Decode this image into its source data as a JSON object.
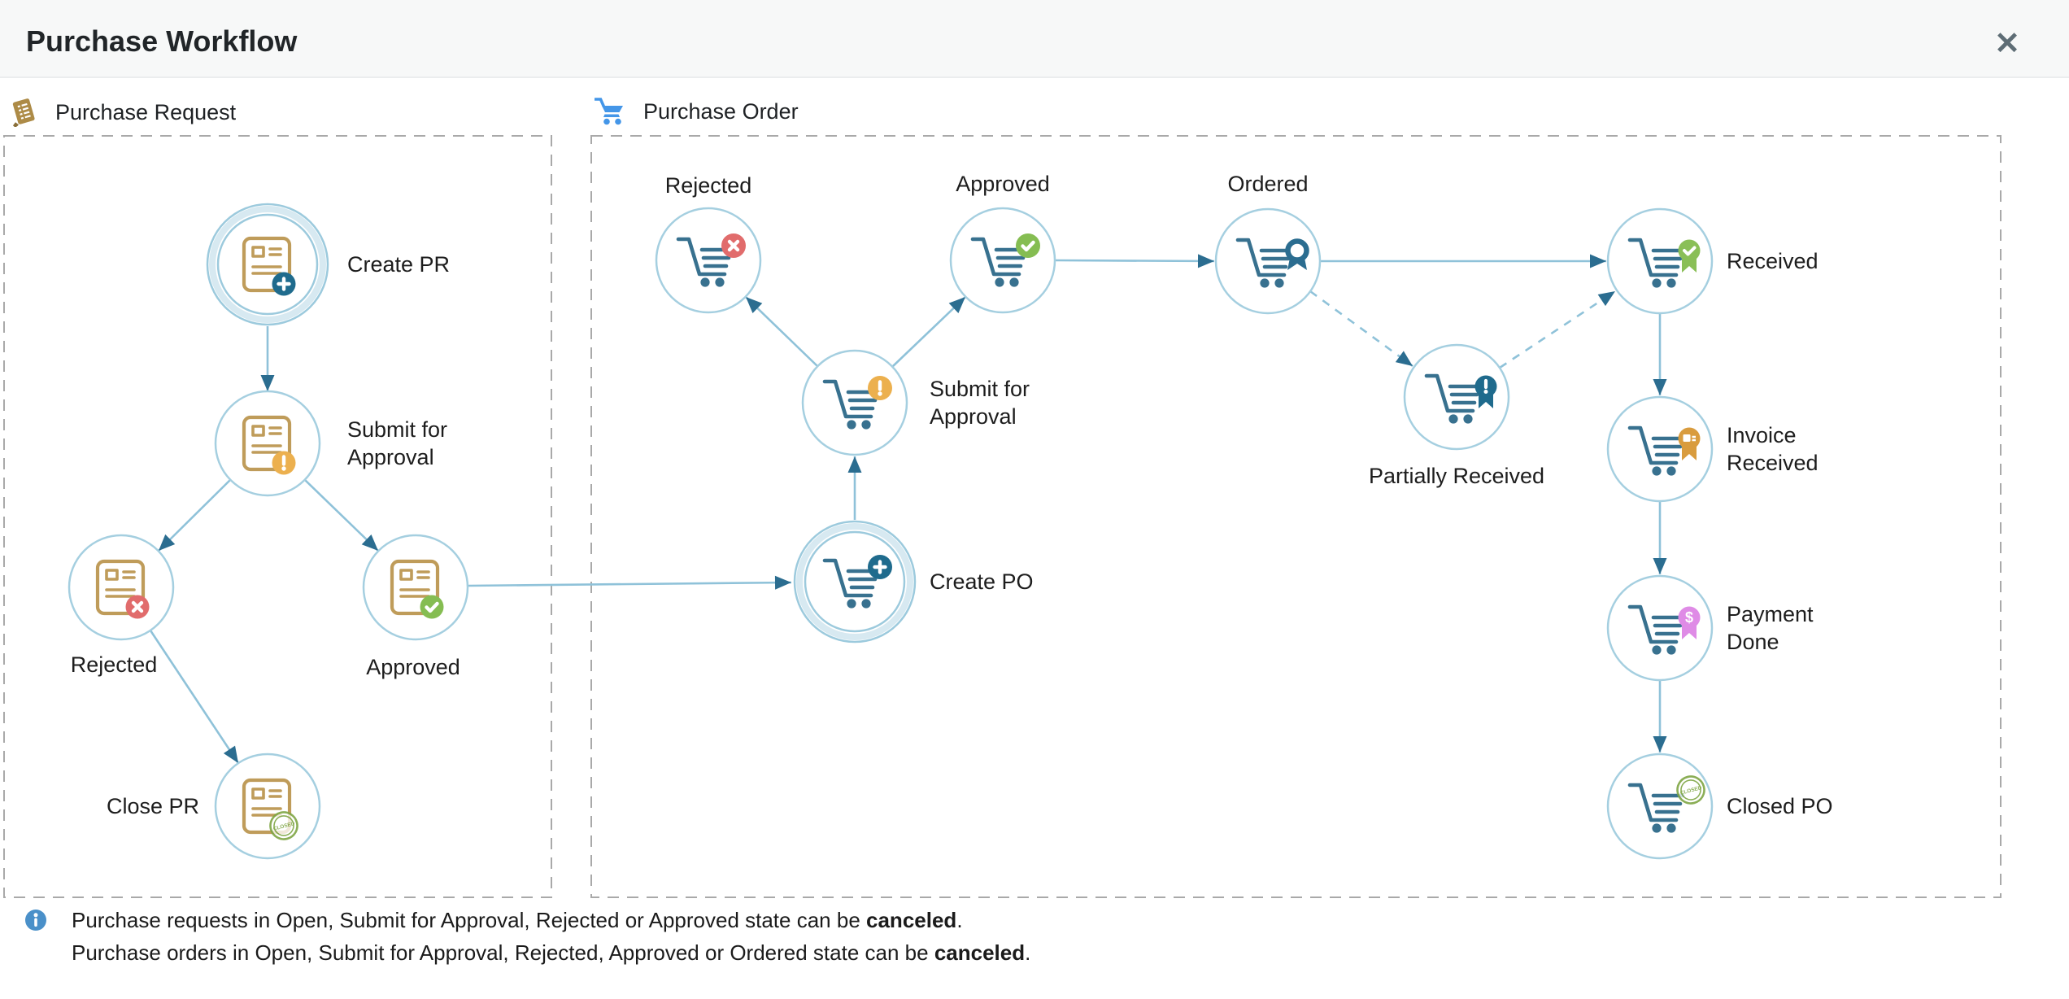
{
  "window": {
    "title": "Purchase Workflow",
    "close_glyph": "✕"
  },
  "sections": {
    "purchase_request": {
      "title": "Purchase Request"
    },
    "purchase_order": {
      "title": "Purchase Order"
    }
  },
  "nodes": {
    "pr_create": {
      "label": "Create PR"
    },
    "pr_submit": {
      "label": "Submit for Approval"
    },
    "pr_rejected": {
      "label": "Rejected"
    },
    "pr_approved": {
      "label": "Approved"
    },
    "pr_close": {
      "label": "Close PR"
    },
    "po_rejected": {
      "label": "Rejected"
    },
    "po_approved": {
      "label": "Approved"
    },
    "po_ordered": {
      "label": "Ordered"
    },
    "po_submit": {
      "label": "Submit for Approval"
    },
    "po_create": {
      "label": "Create PO"
    },
    "po_partially_received": {
      "label": "Partially Received"
    },
    "po_received": {
      "label": "Received"
    },
    "po_invoice_received": {
      "label": "Invoice Received"
    },
    "po_payment_done": {
      "label": "Payment Done"
    },
    "po_closed": {
      "label": "Closed PO"
    }
  },
  "stamp": {
    "text": "CLOSED"
  },
  "footer": {
    "notes": [
      {
        "text": "Purchase requests in Open, Submit for Approval, Rejected or Approved state can be ",
        "bold": "canceled",
        "suffix": "."
      },
      {
        "text": "Purchase orders in Open, Submit for Approval, Rejected, Approved or Ordered state can be ",
        "bold": "canceled",
        "suffix": "."
      }
    ]
  },
  "colors": {
    "header_bg": "#f7f8f8",
    "node_stroke": "#a5cfe0",
    "edge_line": "#8fc2d9",
    "arrowhead": "#2b6d90",
    "cart": "#38718f",
    "document": "#bf9c5a",
    "pr_section_icon": "#ad8b47",
    "po_section_icon": "#4496e8",
    "badge_red": "#e16c6c",
    "badge_green": "#85bd52",
    "badge_orange": "#ecb04e",
    "badge_teal": "#1f6b8d",
    "ribbon_dark": "#1f6b8d",
    "ribbon_green": "#8abf57",
    "ribbon_orange": "#d99c3e",
    "ribbon_pink": "#df8be6",
    "stamp_green": "#7fa644",
    "info_icon": "#4a90c9"
  }
}
